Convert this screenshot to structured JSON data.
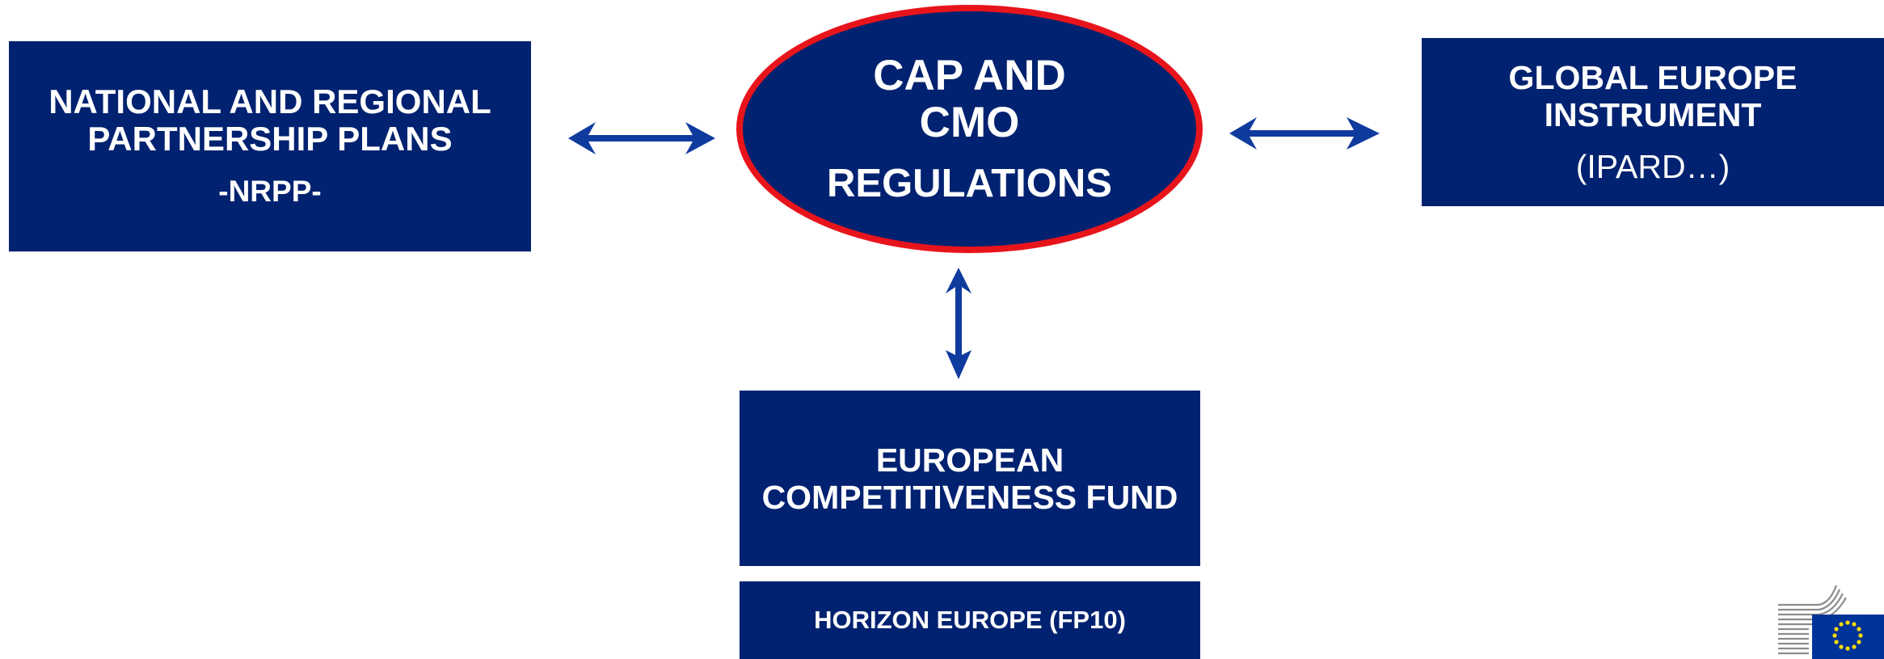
{
  "nodes": {
    "nrpp": {
      "line1": "NATIONAL AND REGIONAL",
      "line2": "PARTNERSHIP PLANS",
      "line3": "-NRPP-"
    },
    "cap": {
      "line1": "CAP AND",
      "line2": "CMO",
      "line3": "REGULATIONS"
    },
    "global_europe": {
      "line1": "GLOBAL EUROPE",
      "line2": "INSTRUMENT",
      "line3": "(IPARD…)"
    },
    "ecf": {
      "line1": "EUROPEAN",
      "line2": "COMPETITIVENESS FUND"
    },
    "horizon": {
      "line1": "HORIZON EUROPE (FP10)"
    }
  },
  "edges": [
    {
      "from": "nrpp",
      "to": "cap",
      "type": "double-arrow"
    },
    {
      "from": "cap",
      "to": "global_europe",
      "type": "double-arrow"
    },
    {
      "from": "cap",
      "to": "ecf",
      "type": "double-arrow"
    }
  ],
  "colors": {
    "box_fill": "#002270",
    "oval_border": "#e8141b",
    "arrow": "#0f3b9e",
    "text": "#ffffff"
  },
  "logo": {
    "icon": "european-commission-logo"
  }
}
